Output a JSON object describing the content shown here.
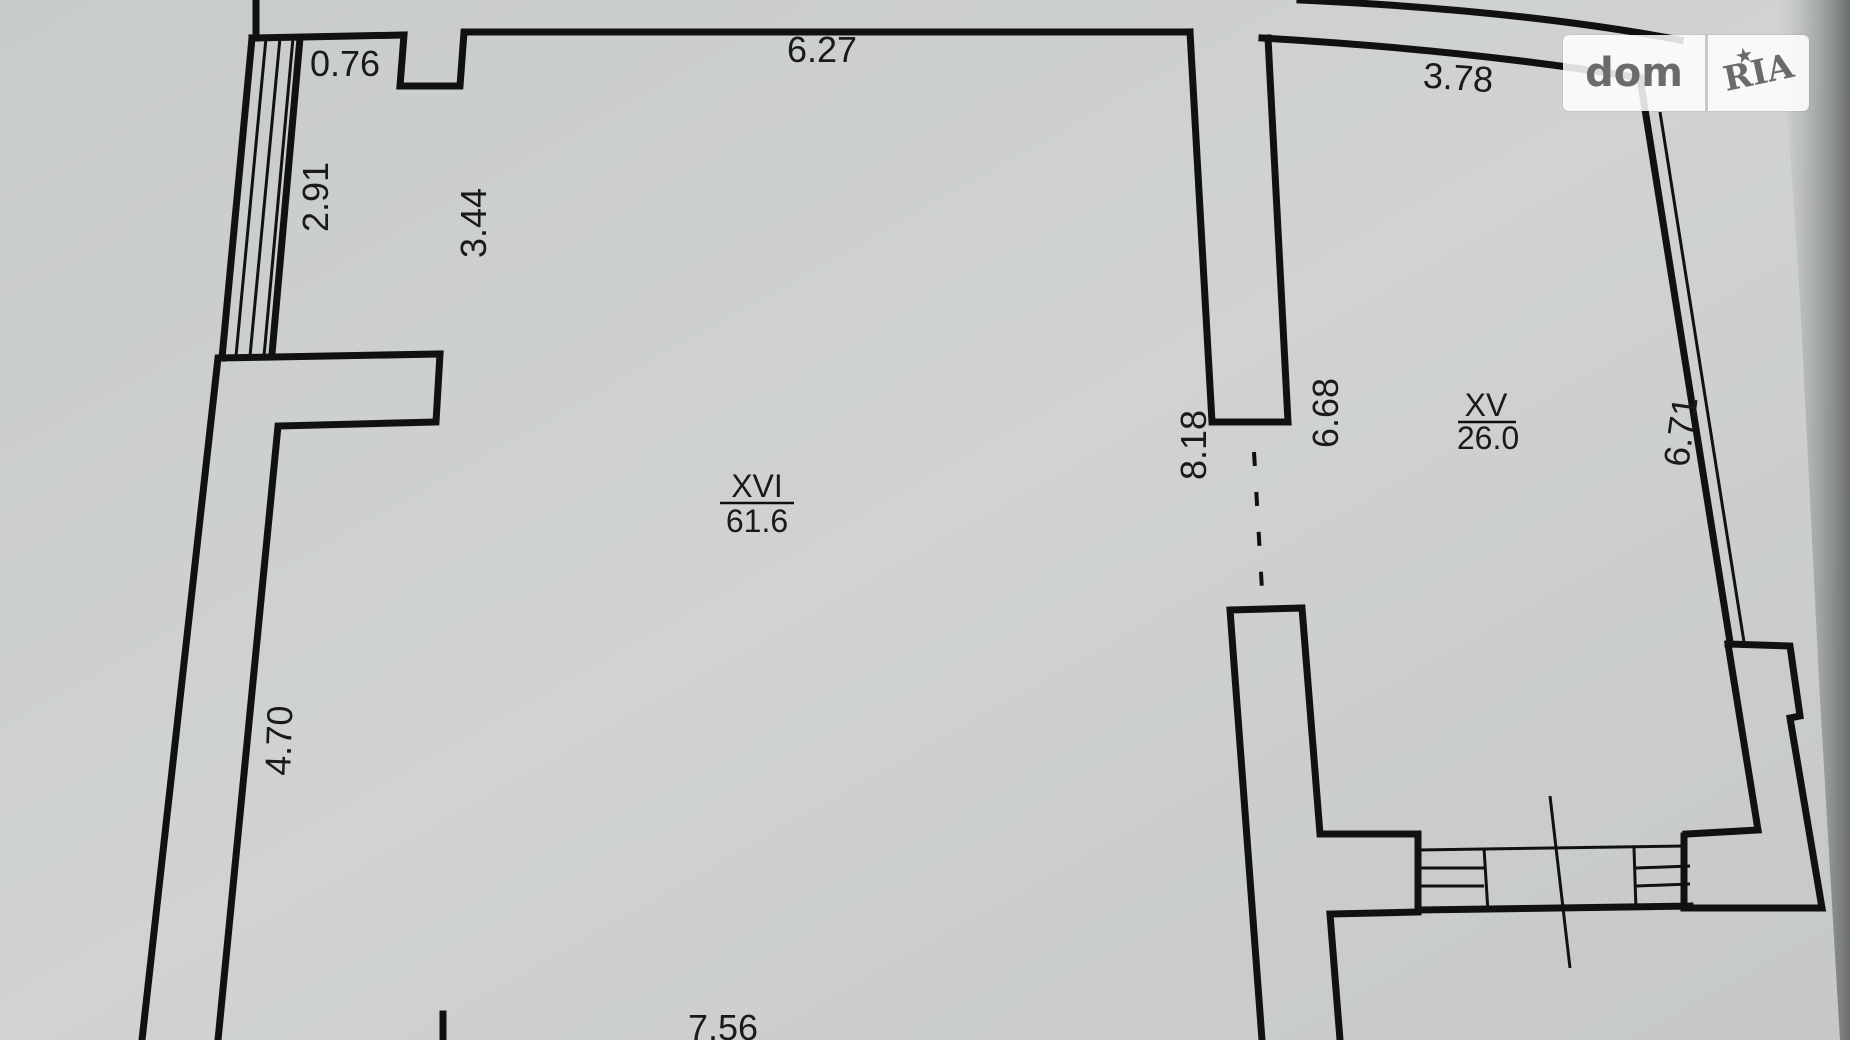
{
  "watermark": {
    "brand_left": "dom",
    "brand_right": "RIA"
  },
  "rooms": {
    "xvi": {
      "number": "XVI",
      "area": "61.6"
    },
    "xv": {
      "number": "XV",
      "area": "26.0"
    }
  },
  "dimensions": {
    "top_small": "0.76",
    "top_main": "6.27",
    "top_right": "3.78",
    "left_niche": "2.91",
    "inner_left": "3.44",
    "divider_left": "8.18",
    "divider_right": "6.68",
    "right_wall": "6.71",
    "left_lower": "4.70",
    "bottom": "7.56"
  }
}
